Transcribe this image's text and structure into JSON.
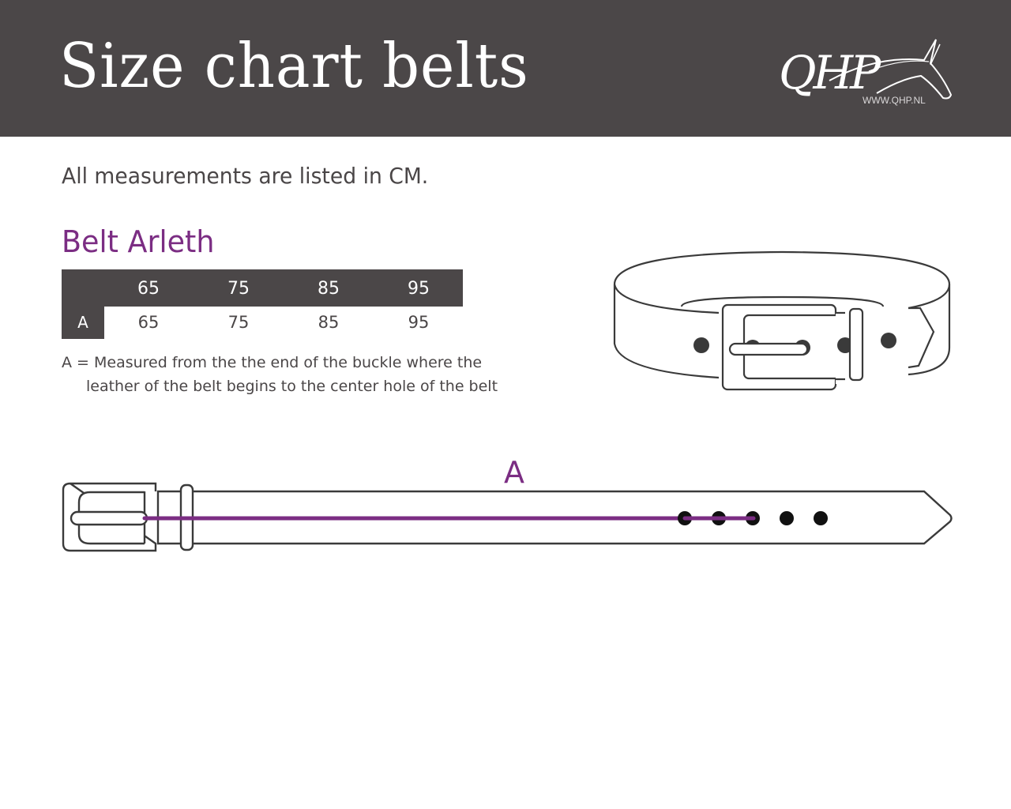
{
  "header": {
    "title": "Size chart belts",
    "logo": {
      "brand": "QHP",
      "url_text": "WWW.QHP.NL",
      "icon": "horse-head-logo-icon"
    }
  },
  "intro": {
    "units_note": "All measurements are listed in CM."
  },
  "product": {
    "name": "Belt Arleth",
    "table": {
      "columns": [
        "65",
        "75",
        "85",
        "95"
      ],
      "rows": [
        {
          "label": "A",
          "values": [
            "65",
            "75",
            "85",
            "95"
          ]
        }
      ]
    },
    "note": {
      "line1": "A = Measured from the the end of the buckle where the",
      "line2": "leather of the belt begins to the center hole of the belt"
    }
  },
  "diagram": {
    "dimension_label": "A",
    "colors": {
      "accent": "#7b2d83",
      "header_bg": "#4b4748",
      "outline": "#3a3a3a"
    },
    "holes_count": 5,
    "measured_to_hole": 3
  }
}
